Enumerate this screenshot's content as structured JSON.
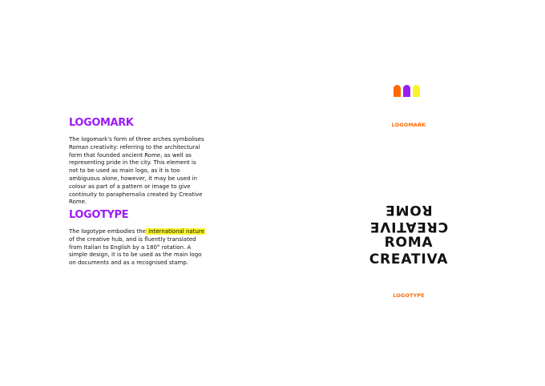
{
  "colors": {
    "purple": "#9a1cf5",
    "orange": "#ff6a00",
    "yellow": "#f8f32b"
  },
  "logomark": {
    "heading": "LOGOMARK",
    "body": "The logomark's form of three arches symbolises Roman creativity: referring to the architectural form that founded ancient Rome, as well as representing pride in the city. This element is not to be used as main logo, as it is too ambiguous alone, however, it may be used in colour as part of a pattern or image to give continuity to paraphernalia created by Creative Rome.",
    "caption": "LOGOMARK",
    "arches": [
      "#ff6a00",
      "#9a1cf5",
      "#f8f32b"
    ]
  },
  "logotype": {
    "heading": "LOGOTYPE",
    "body_before": "The logotype embodies the",
    "body_highlight": " international nature ",
    "body_after": "of the creative hub, and is fluently translated from Italian to English by a 180° rotation. A simple design, it is to be used as the main logo on documents and as a recognised stamp.",
    "caption": "LOGOTYPE",
    "lines": [
      "CREATIVE",
      "ROME",
      "ROMA",
      "CREATIVA"
    ]
  }
}
